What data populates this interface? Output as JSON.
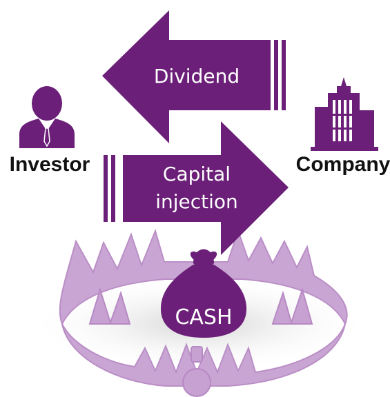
{
  "labels": {
    "investor": "Investor",
    "company": "Company"
  },
  "arrows": {
    "dividend": {
      "line1": "Dividend"
    },
    "capital_injection": {
      "line1": "Capital",
      "line2": "injection"
    }
  },
  "trap": {
    "bag_label": "CASH"
  },
  "colors": {
    "primary": "#6b1f78",
    "trap_light": "#c7a1d1",
    "trap_stroke": "#b789c4",
    "shadow": "#d8d8d8",
    "text_dark": "#111111",
    "text_light": "#ffffff"
  },
  "icons": {
    "investor": "businessman-icon",
    "company": "office-building-icon",
    "bag": "money-bag-icon",
    "trap": "bear-trap-icon"
  }
}
